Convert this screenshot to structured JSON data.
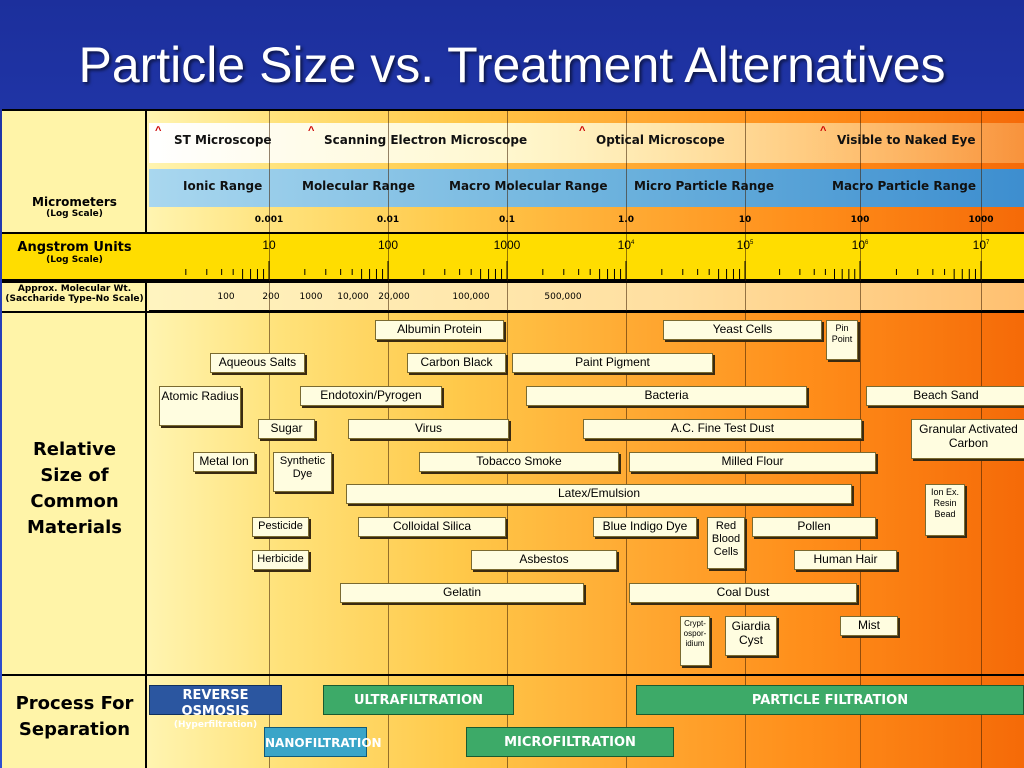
{
  "title": "Particle Size vs. Treatment Alternatives",
  "labels": {
    "micrometers": "Micrometers",
    "micrometers_scale": "(Log Scale)",
    "angstrom": "Angstrom Units",
    "angstrom_scale": "(Log Scale)",
    "mw": "Approx. Molecular Wt.",
    "mw_scale": "(Saccharide Type-No Scale)",
    "relative_line1": "Relative",
    "relative_line2": "Size of",
    "relative_line3": "Common",
    "relative_line4": "Materials",
    "process_line1": "Process For",
    "process_line2": "Separation"
  },
  "microscopes": {
    "caret": "^",
    "st": "ST Microscope",
    "sem": "Scanning Electron Microscope",
    "optical": "Optical Microscope",
    "naked": "Visible to Naked Eye"
  },
  "ranges": {
    "ionic": "Ionic Range",
    "molecular": "Molecular Range",
    "macro_molecular": "Macro Molecular Range",
    "micro_particle": "Micro Particle Range",
    "macro_particle": "Macro Particle Range"
  },
  "micrometer_ticks": [
    "0.001",
    "0.01",
    "0.1",
    "1.0",
    "10",
    "100",
    "1000"
  ],
  "angstrom_ticks": {
    "t1": "10",
    "t2": "100",
    "t3": "1000",
    "t4": "10",
    "t5": "10",
    "t6": "10",
    "t7": "10",
    "e4": "4",
    "e5": "5",
    "e6": "6",
    "e7": "7"
  },
  "mw_ticks": [
    "100",
    "200",
    "1000",
    "10,000",
    "20,000",
    "100,000",
    "500,000"
  ],
  "materials": {
    "albumin": "Albumin Protein",
    "yeast": "Yeast Cells",
    "pin_point": "Pin Point",
    "aqueous_salts": "Aqueous Salts",
    "carbon_black": "Carbon Black",
    "paint_pigment": "Paint Pigment",
    "atomic_radius": "Atomic Radius",
    "endotoxin": "Endotoxin/Pyrogen",
    "bacteria": "Bacteria",
    "beach_sand": "Beach Sand",
    "sugar": "Sugar",
    "virus": "Virus",
    "ac_dust": "A.C. Fine Test Dust",
    "gac": "Granular Activated Carbon",
    "metal_ion": "Metal Ion",
    "synthetic_dye": "Synthetic Dye",
    "tobacco": "Tobacco Smoke",
    "milled_flour": "Milled Flour",
    "latex": "Latex/Emulsion",
    "ion_resin": "Ion Ex. Resin Bead",
    "pesticide": "Pesticide",
    "colloidal_silica": "Colloidal Silica",
    "blue_indigo": "Blue Indigo Dye",
    "rbc": "Red Blood Cells",
    "pollen": "Pollen",
    "herbicide": "Herbicide",
    "asbestos": "Asbestos",
    "human_hair": "Human Hair",
    "gelatin": "Gelatin",
    "coal_dust": "Coal Dust",
    "crypto": "Crypt- ospor- idium",
    "giardia": "Giardia Cyst",
    "mist": "Mist"
  },
  "processes": {
    "ro": "REVERSE OSMOSIS",
    "ro_sub": "(Hyperfiltration)",
    "uf": "ULTRAFILTRATION",
    "pf": "PARTICLE FILTRATION",
    "nf": "NANOFILTRATION",
    "mf": "MICROFILTRATION"
  },
  "colors": {
    "background": "#2b45c4",
    "process_green": "#3daa68",
    "reverse_osmosis": "#2b56a0",
    "nanofiltration": "#3aa5c8",
    "angstrom_band": "#ffdd00"
  }
}
